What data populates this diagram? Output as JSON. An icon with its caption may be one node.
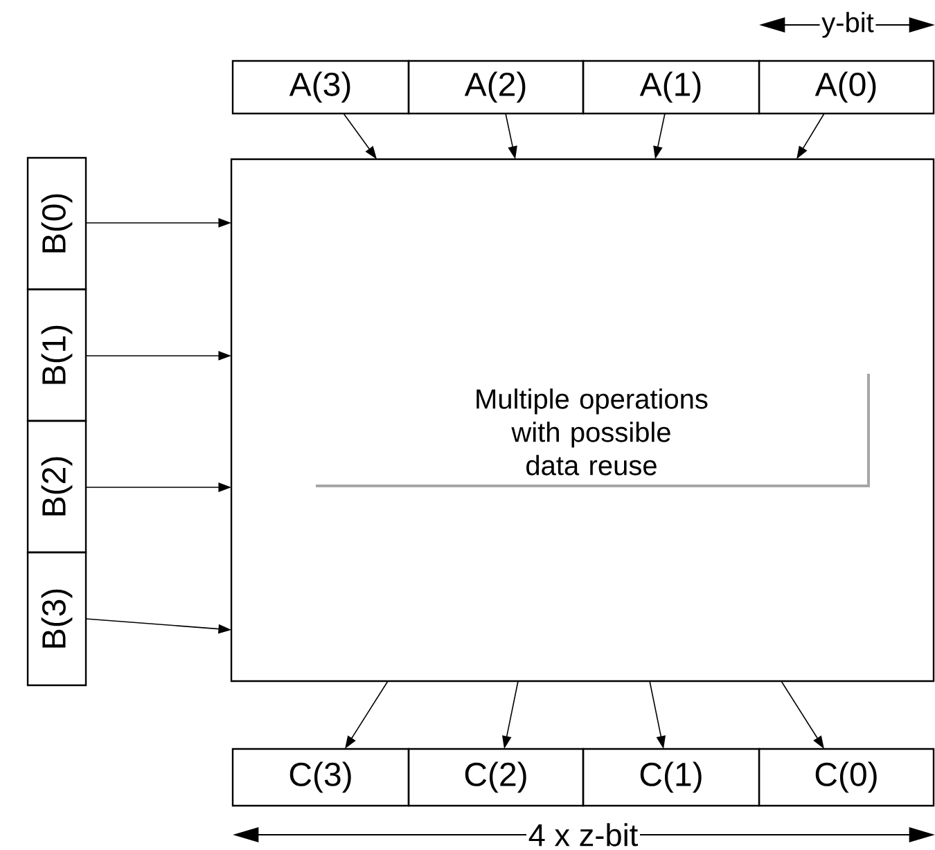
{
  "diagram": {
    "nodes": [
      {
        "text": [
          "A(3)"
        ]
      },
      {
        "text": [
          "A(2)"
        ]
      },
      {
        "text": [
          "A(1)"
        ]
      },
      {
        "text": [
          "A(0)"
        ]
      },
      {
        "text": [
          "B(0)"
        ]
      },
      {
        "text": [
          "B(1)"
        ]
      },
      {
        "text": [
          "B(2)"
        ]
      },
      {
        "text": [
          "B(3)"
        ]
      },
      {
        "text": [
          "Multiple operations with possible data reuse"
        ]
      },
      {
        "text": [
          "C(3)"
        ]
      },
      {
        "text": [
          "C(2)"
        ]
      },
      {
        "text": [
          "C(1)"
        ]
      },
      {
        "text": [
          "C(0)"
        ]
      }
    ],
    "edges": [
      {
        "from": 0,
        "to": 8,
        "arrow": "to"
      },
      {
        "from": 1,
        "to": 8,
        "arrow": "to"
      },
      {
        "from": 2,
        "to": 8,
        "arrow": "to"
      },
      {
        "from": 3,
        "to": 8,
        "arrow": "to"
      },
      {
        "from": 4,
        "to": 8,
        "arrow": "to"
      },
      {
        "from": 5,
        "to": 8,
        "arrow": "to"
      },
      {
        "from": 6,
        "to": 8,
        "arrow": "to"
      },
      {
        "from": 7,
        "to": 8,
        "arrow": "to"
      },
      {
        "from": 8,
        "to": 9,
        "arrow": "to"
      },
      {
        "from": 8,
        "to": 10,
        "arrow": "to"
      },
      {
        "from": 8,
        "to": 11,
        "arrow": "to"
      },
      {
        "from": 8,
        "to": 12,
        "arrow": "to"
      }
    ],
    "labels": [
      "y-bit",
      "4 x z-bit"
    ]
  }
}
